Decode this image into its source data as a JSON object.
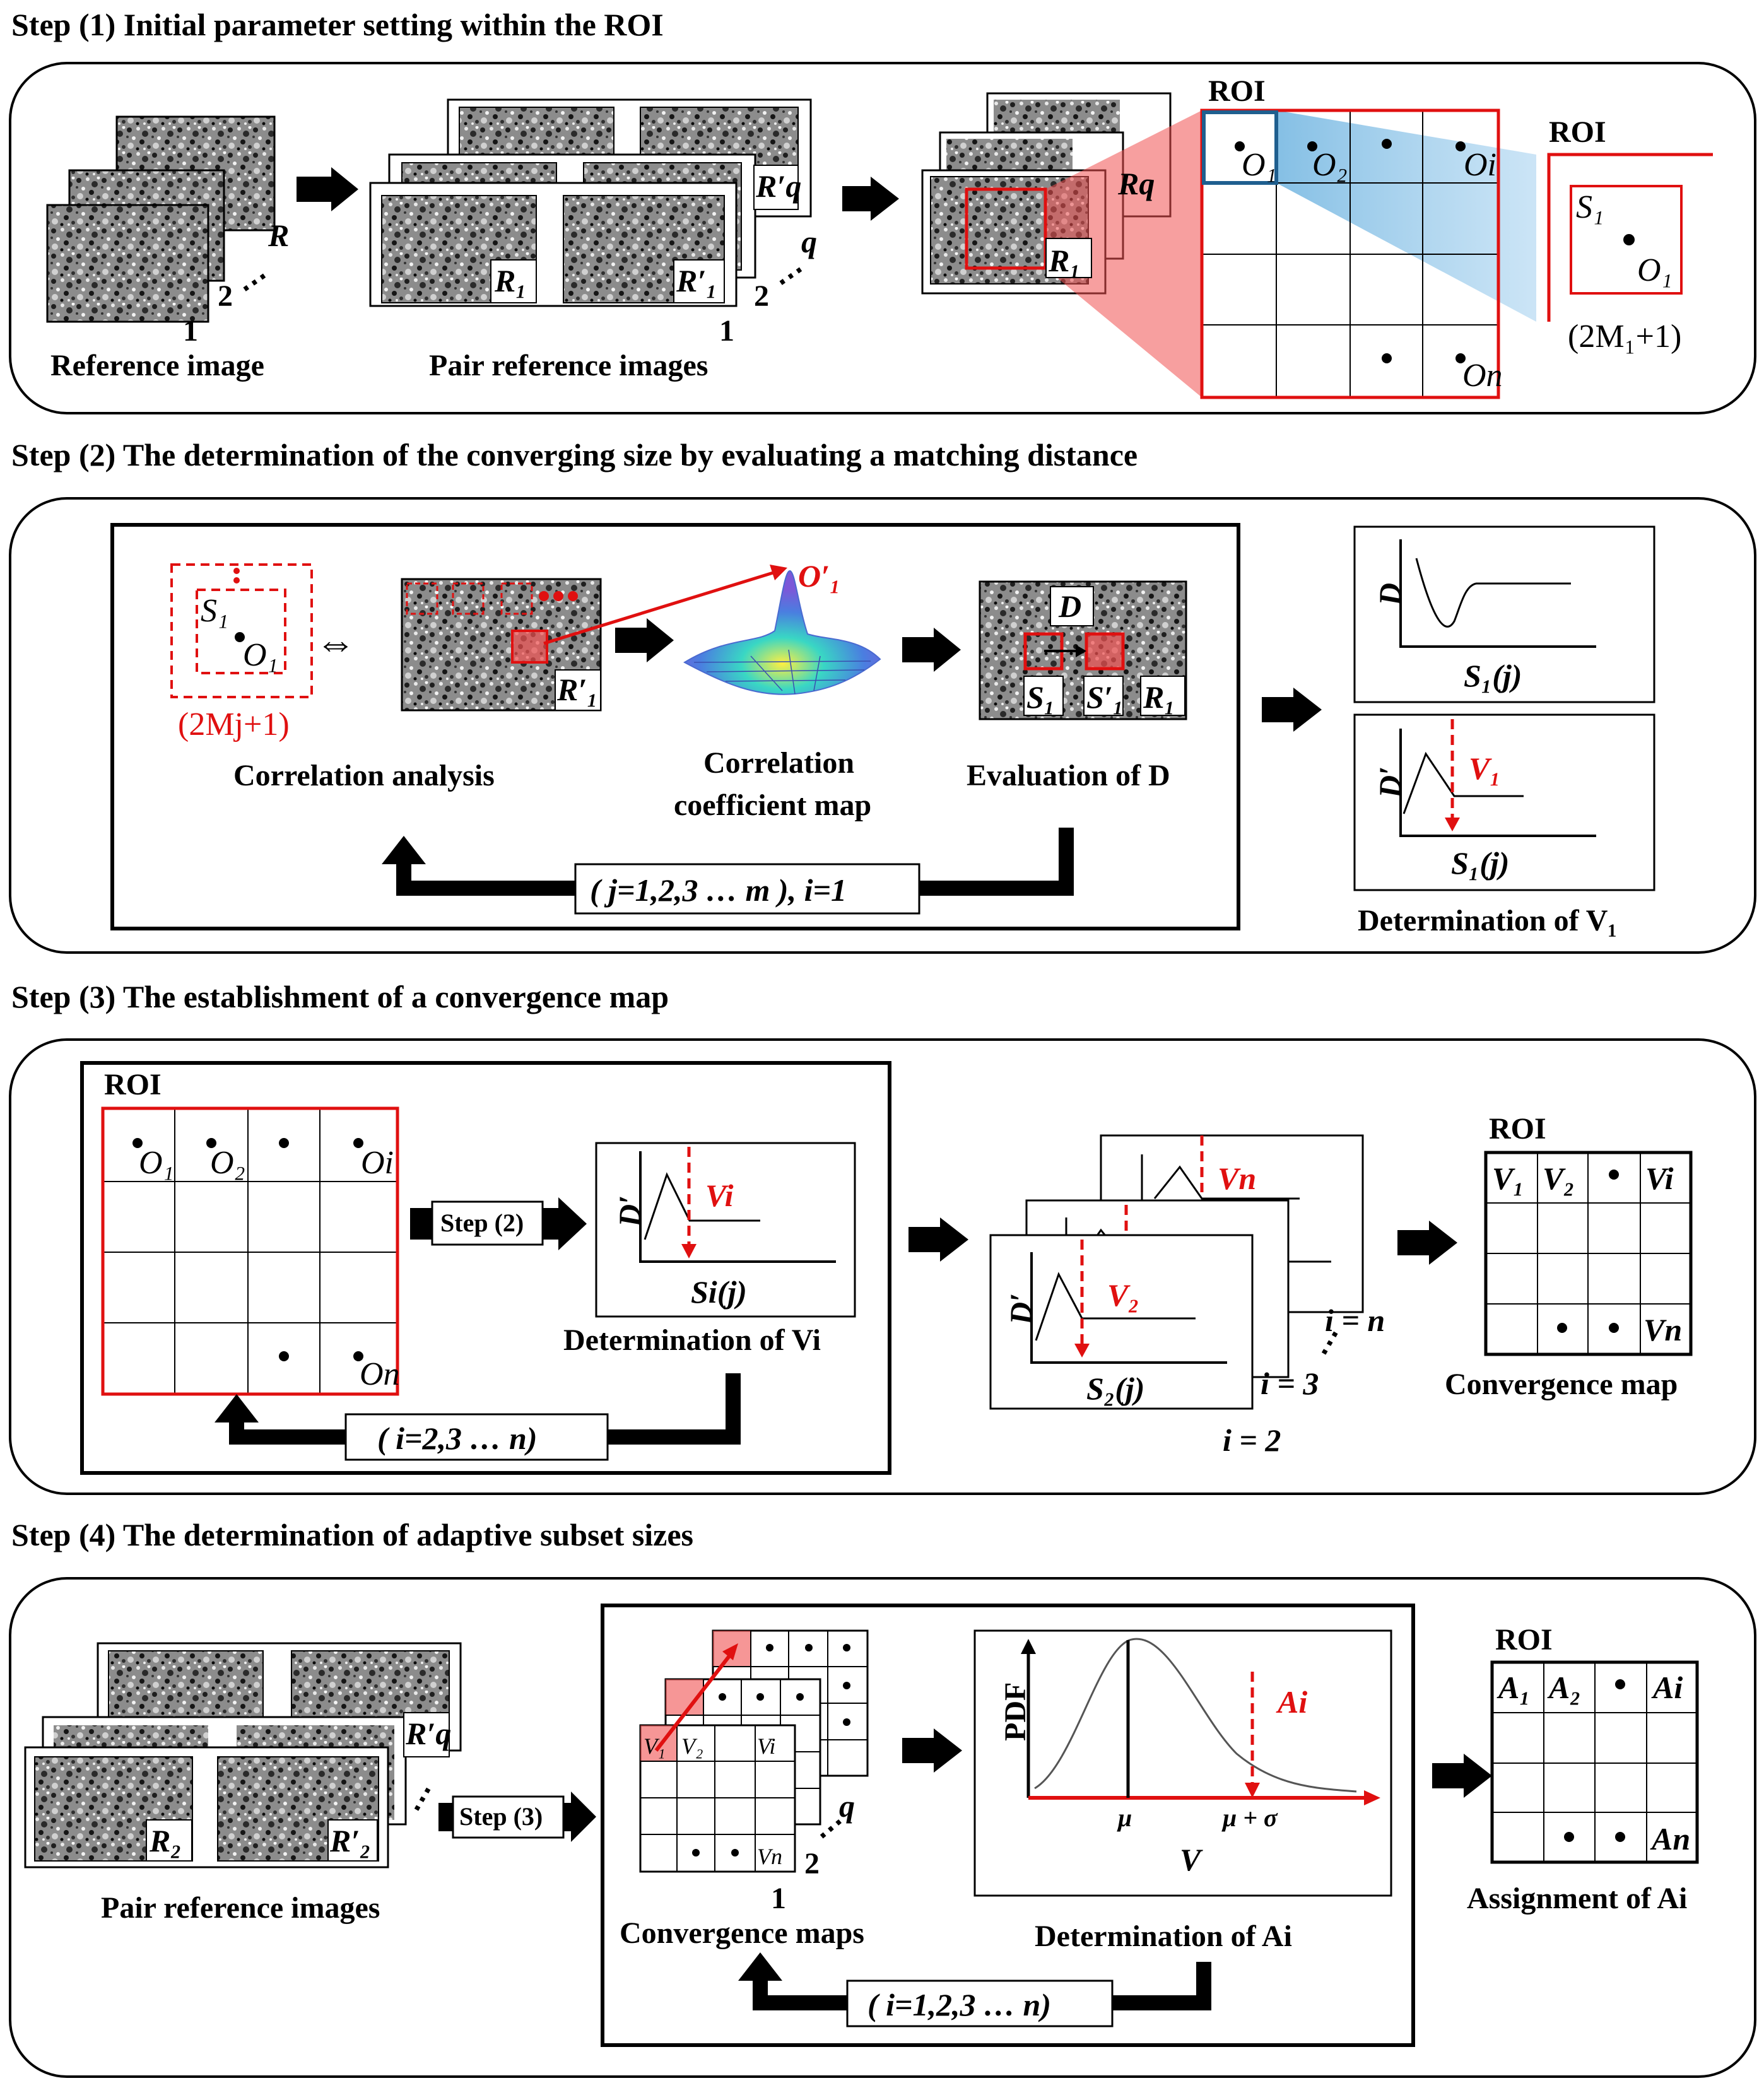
{
  "steps": [
    {
      "title": "Step (1) Initial parameter setting within the ROI"
    },
    {
      "title": "Step (2) The determination of the converging size by evaluating a matching distance"
    },
    {
      "title": "Step (3) The establishment of a convergence map"
    },
    {
      "title": "Step (4) The determination of adaptive subset sizes"
    }
  ],
  "step1": {
    "reference_label": "Reference image",
    "pair_label": "Pair reference images",
    "roi": "ROI",
    "idx1": "1",
    "idx2": "2",
    "dots": "⋯",
    "R": "R",
    "q": "q",
    "R1": "R₁",
    "R1p": "R′₁",
    "Rqp": "R′q",
    "Rq": "Rq",
    "O1": "O₁",
    "O2": "O₂",
    "Oi": "Oi",
    "On": "On",
    "S1": "S₁",
    "size": "(2M₁+1)"
  },
  "step2": {
    "corr_analysis": "Correlation analysis",
    "corr_map_1": "Correlation",
    "corr_map_2": "coefficient map",
    "eval_D": "Evaluation of D",
    "determine_V1": "Determination of V₁",
    "loop": "( j=1,2,3 … m ), i=1",
    "size": "(2Mj+1)",
    "S1": "S₁",
    "O1": "O₁",
    "O1p": "O′₁",
    "R1p": "R′₁",
    "R1": "R₁",
    "D": "D",
    "S1p": "S′₁",
    "Dp": "D′",
    "V1": "V₁",
    "S1j": "S₁(j)",
    "arrow_swap": "⇔"
  },
  "step3": {
    "roi": "ROI",
    "step2_btn": "Step (2)",
    "determine_Vi": "Determination of Vi",
    "loop": "( i=2,3 … n)",
    "conv_map": "Convergence map",
    "O1": "O₁",
    "O2": "O₂",
    "Oi": "Oi",
    "On": "On",
    "Vi": "Vi",
    "Vn": "Vn",
    "V2": "V₂",
    "V1": "V₁",
    "Sij": "Si(j)",
    "S2j": "S₂(j)",
    "Dp": "D′",
    "i_n": "i = n",
    "i_3": "i = 3",
    "i_2": "i = 2"
  },
  "step4": {
    "pair_label": "Pair reference images",
    "step3_btn": "Step (3)",
    "conv_maps": "Convergence maps",
    "determine_Ai": "Determination of Ai",
    "assign_Ai": "Assignment of Ai",
    "roi": "ROI",
    "loop": "( i=1,2,3 … n)",
    "pdf": "PDF",
    "mu": "μ",
    "mu_sigma": "μ + σ",
    "V": "V",
    "Ai": "Ai",
    "A1": "A₁",
    "A2": "A₂",
    "An": "An",
    "R2": "R₂",
    "R2p": "R′₂",
    "Rqp": "R′q",
    "V1": "V₁",
    "V2": "V₂",
    "Vi": "Vi",
    "Vn": "Vn",
    "idx1": "1",
    "idx2": "2",
    "q": "q"
  },
  "colors": {
    "red": "#e01010",
    "blue": "#6fb4e0",
    "frame": "#000000"
  }
}
